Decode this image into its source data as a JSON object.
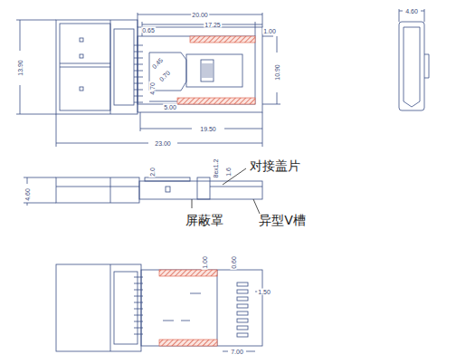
{
  "diagram": {
    "labels": [
      "20.00",
      "0.65",
      "17.25",
      "1.00",
      "0.45",
      "0.70",
      "4.70",
      "5.00",
      "13.90",
      "10.90",
      "19.50",
      "23.00",
      "4.60",
      "2.0",
      "8ex1.2",
      "1.6",
      "4.60",
      "对接盖片",
      "屏蔽罩",
      "异型V槽",
      "1.00",
      "0.60",
      "1.50",
      "7.00"
    ]
  }
}
